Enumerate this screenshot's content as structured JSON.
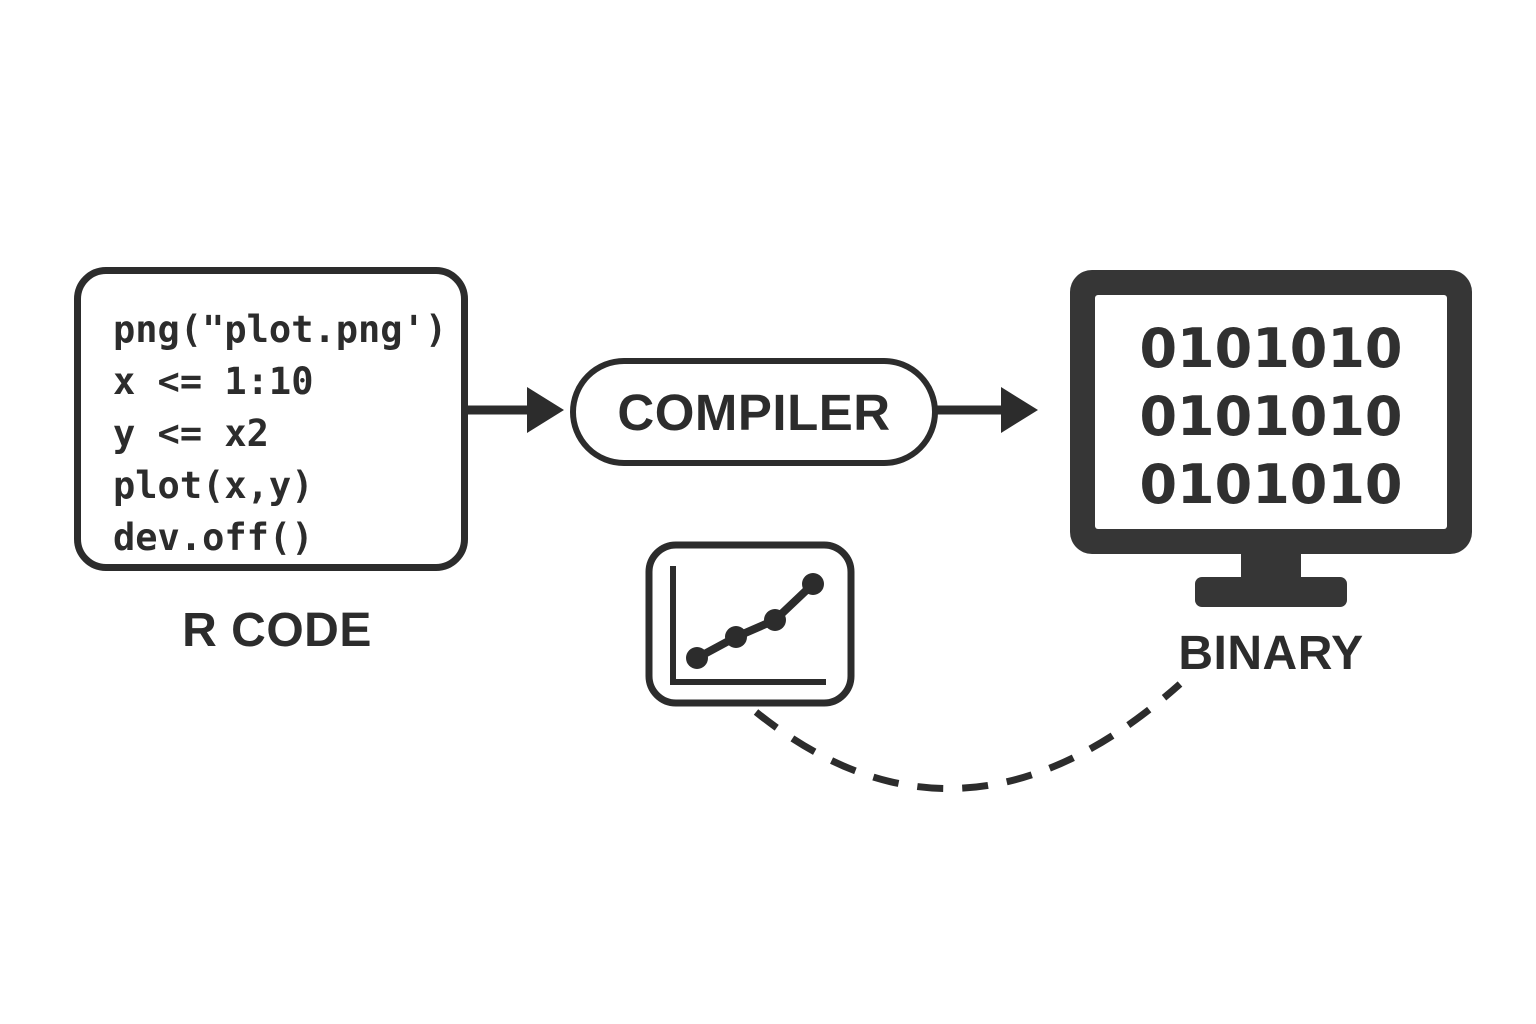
{
  "colors": {
    "ink": "#2c2c2c",
    "monitor": "#363636",
    "background": "#ffffff"
  },
  "code_box": {
    "label": "R CODE",
    "lines": [
      "png(\"plot.png')",
      "x <= 1:10",
      "y <= x2",
      "plot(x,y)",
      "dev.off()"
    ]
  },
  "compiler": {
    "label": "COMPILER"
  },
  "binary": {
    "label": "BINARY",
    "screen_lines": [
      "0101010",
      "0101010",
      "0101010"
    ]
  },
  "icons": {
    "monitor_icon": "computer-monitor-with-binary-screen",
    "plot_icon": "line-chart-with-four-points",
    "arrow_code_to_compiler": "right-arrow",
    "arrow_compiler_to_binary": "right-arrow",
    "dashed_connector": "dashed-curve-linking-plot-icon-to-binary"
  }
}
